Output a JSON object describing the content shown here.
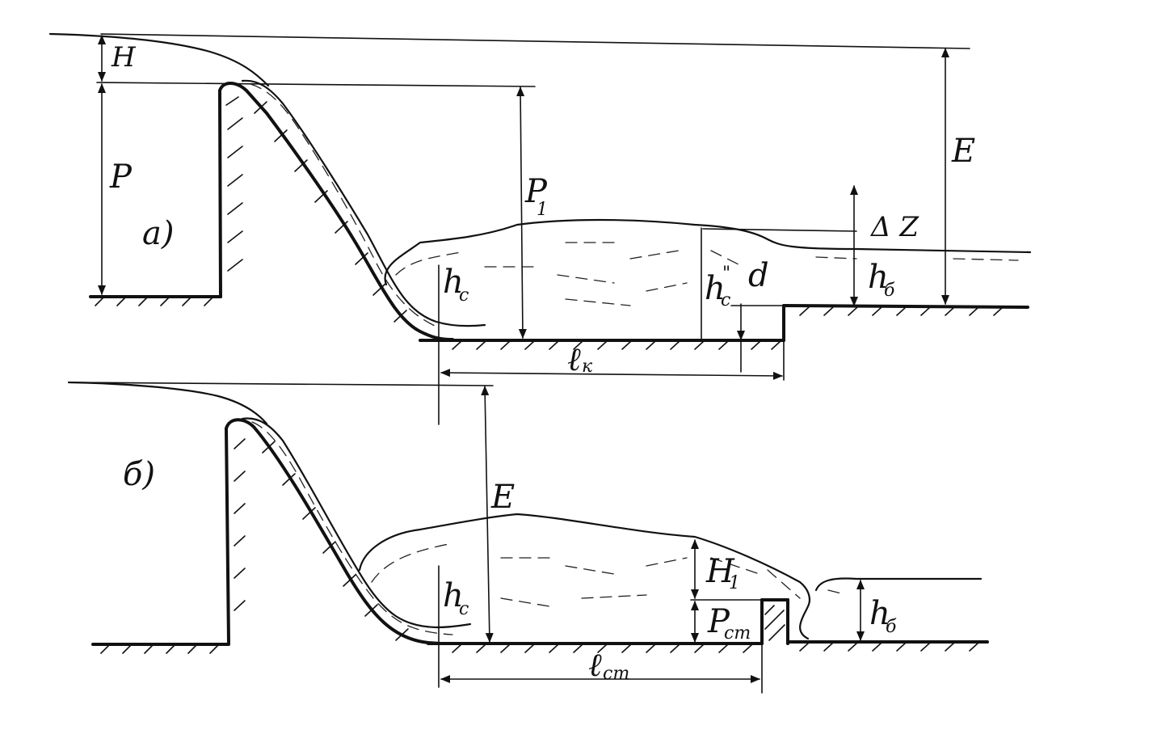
{
  "panel_a": {
    "tag": "а)",
    "labels": {
      "H": "H",
      "P": "P",
      "P1": "P",
      "P1_sub": "1",
      "hc": "h",
      "hc_sub": "c",
      "hc2": "h",
      "hc2_sub": "c",
      "hc2_prime": "\"",
      "d": "d",
      "dz": "Δ Z",
      "hb": "h",
      "hb_sub": "б",
      "E": "E",
      "lk": "ℓ",
      "lk_sub": "к"
    }
  },
  "panel_b": {
    "tag": "б)",
    "labels": {
      "E": "E",
      "hc": "h",
      "hc_sub": "c",
      "H1": "H",
      "H1_sub": "1",
      "Pst": "P",
      "Pst_sub": "ст",
      "hb": "h",
      "hb_sub": "б",
      "lst": "ℓ",
      "lst_sub": "ст"
    }
  }
}
